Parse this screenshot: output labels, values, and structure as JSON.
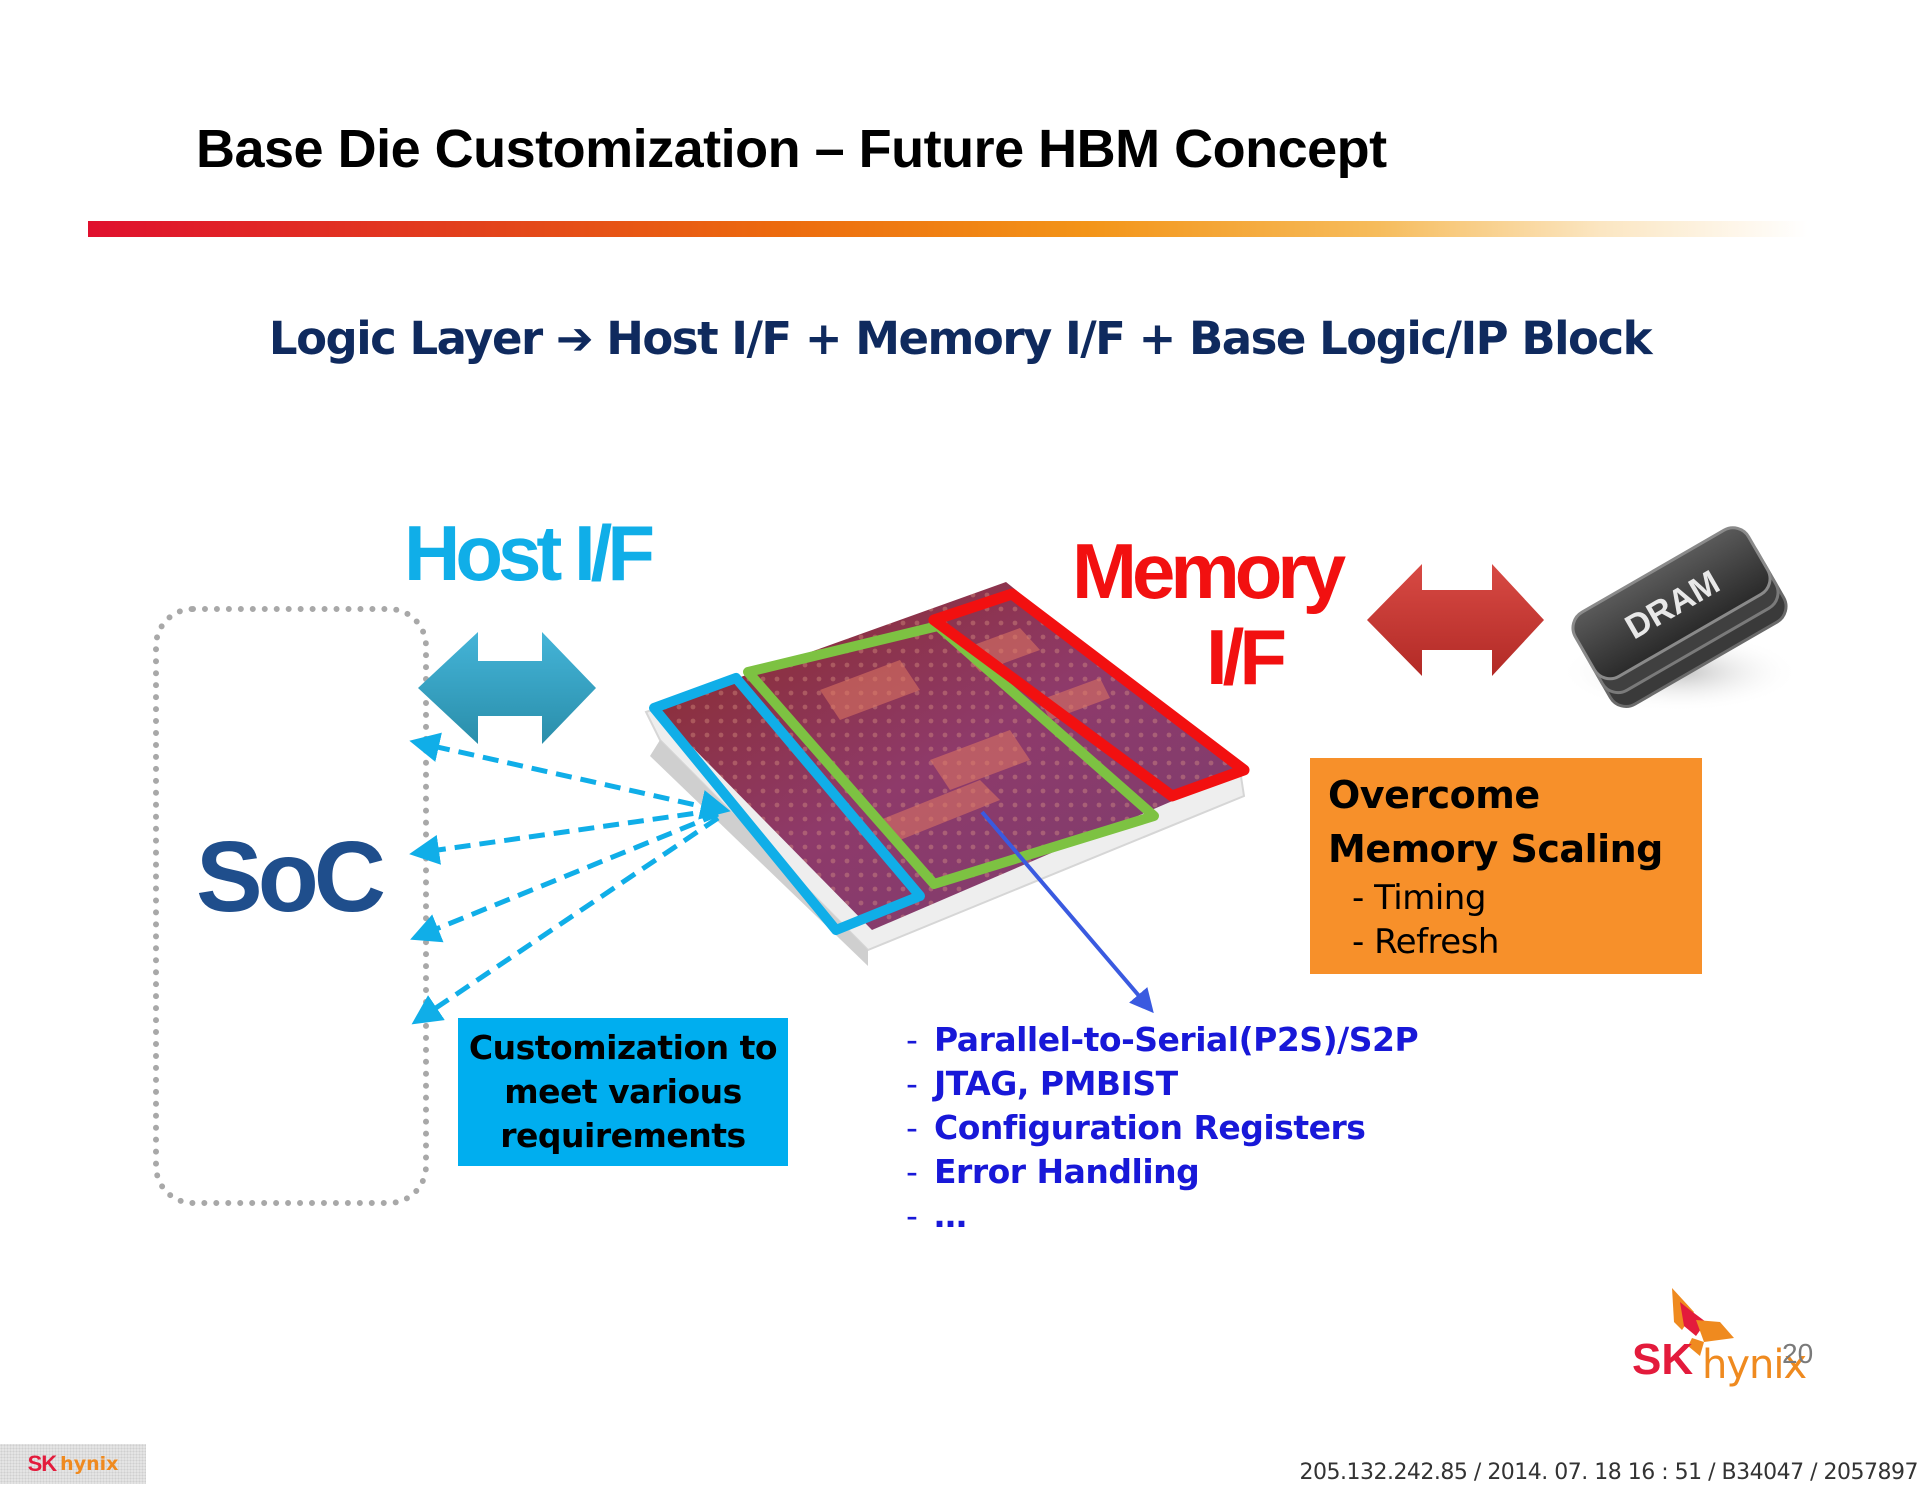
{
  "slide": {
    "title": "Base Die Customization – Future HBM Concept",
    "subtitle": "Logic Layer ➔ Host I/F + Memory I/F + Base Logic/IP Block",
    "page_number": "20"
  },
  "diagram": {
    "host_if_label": "Host I/F",
    "memory_if_label_line1": "Memory",
    "memory_if_label_line2": "I/F",
    "soc_label": "SoC",
    "dram_label": "DRAM",
    "customization_box": {
      "lines": [
        "Customization to",
        "meet various",
        "requirements"
      ]
    },
    "overcome_box": {
      "heading_lines": [
        "Overcome",
        "Memory Scaling"
      ],
      "items": [
        "- Timing",
        "- Refresh"
      ]
    },
    "base_logic_features": [
      {
        "dash": "-",
        "text": "Parallel-to-Serial(P2S)/S2P"
      },
      {
        "dash": "-",
        "text": "JTAG, PMBIST"
      },
      {
        "dash": "-",
        "text": "Configuration Registers"
      },
      {
        "dash": "-",
        "text": "Error Handling"
      },
      {
        "dash": "-",
        "text": "…"
      }
    ],
    "colors": {
      "host_if": "#10aee8",
      "memory_if": "#f21010",
      "base_logic": "#7dc242",
      "soc_text": "#1f4e8c",
      "customization_box": "#00aeef",
      "overcome_box": "#f7902a",
      "features_text": "#1818d8"
    }
  },
  "branding": {
    "logo_sk": "SK",
    "logo_hynix": "hynix"
  },
  "footer": {
    "info": "205.132.242.85 / 2014. 07. 18  16 : 51 / B34047 / 2057897"
  }
}
